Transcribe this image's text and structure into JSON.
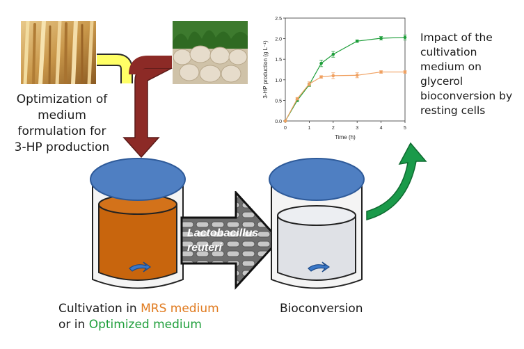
{
  "optimization": {
    "lines": [
      "Optimization of",
      "medium",
      "formulation for",
      "3-HP production"
    ]
  },
  "impact": {
    "lines": [
      "Impact of the",
      "cultivation",
      "medium on",
      "glycerol",
      "bioconversion by",
      "resting cells"
    ]
  },
  "bacteria": {
    "line1": "Lactobacillus",
    "line2": "reuteri"
  },
  "cultivation": {
    "line1_prefix": "Cultivation in ",
    "line1_highlight": "MRS medium",
    "line2_prefix": "or in ",
    "line2_highlight": "Optimized medium"
  },
  "bioconversion": {
    "label": "Bioconversion"
  },
  "colors": {
    "mrs": "#e07a1e",
    "optimized": "#1e9e3a",
    "lid": "#4f7fc2",
    "orange_liquid": "#c8650d",
    "arrow_yellow": "#ffff66",
    "arrow_red": "#8c2a26",
    "curve_arrow": "#1a9a4a"
  },
  "chart_data": {
    "type": "line",
    "xlabel": "Time (h)",
    "ylabel": "3-HP production (g L⁻¹)",
    "xlim": [
      0,
      5
    ],
    "ylim": [
      0,
      2.5
    ],
    "xticks": [
      "0",
      "1",
      "2",
      "3",
      "4",
      "5"
    ],
    "yticks": [
      "0.0",
      "0.5",
      "1.0",
      "1.5",
      "2.0",
      "2.5"
    ],
    "series": [
      {
        "color": "#1e9e3a",
        "x": [
          0,
          0.5,
          1,
          1.5,
          2,
          3,
          4,
          5
        ],
        "y": [
          0,
          0.5,
          0.88,
          1.4,
          1.62,
          1.94,
          2.01,
          2.03
        ],
        "err": [
          0,
          0.03,
          0.04,
          0.08,
          0.07,
          0.03,
          0.04,
          0.06
        ]
      },
      {
        "color": "#f0a060",
        "x": [
          0,
          0.5,
          1,
          1.5,
          2,
          3,
          4,
          5
        ],
        "y": [
          0,
          0.54,
          0.9,
          1.07,
          1.1,
          1.11,
          1.19,
          1.19
        ],
        "err": [
          0,
          0.03,
          0.05,
          0.03,
          0.07,
          0.06,
          0.03,
          0.03
        ]
      }
    ]
  }
}
